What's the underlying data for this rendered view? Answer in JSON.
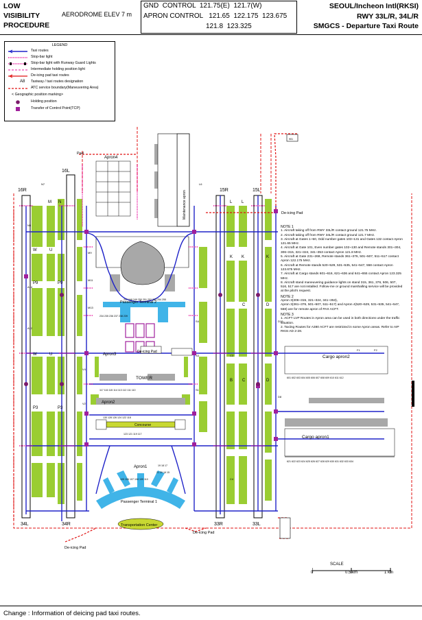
{
  "header": {
    "left_line1": "LOW",
    "left_line2": "VISIBILITY",
    "left_line3": "PROCEDURE",
    "elevation": "AERODROME ELEV 7 m",
    "freq_line1": "GND  CONTROL  121.75(E)  121.7(W)",
    "freq_line2": "APRON CONTROL   121.65  122.175  123.675",
    "freq_line3": "121.8  123.325",
    "right_line1": "SEOUL/Incheon Intl(RKSI)",
    "right_line2": "RWY 33L/R, 34L/R",
    "right_line3": "SMGCS - Departure Taxi Route"
  },
  "legend": {
    "title": "LEGEND",
    "items": [
      {
        "label": "Taxi routes",
        "symbol": "taxi-route"
      },
      {
        "label": "Stop-bar light",
        "symbol": "stop-bar"
      },
      {
        "label": "Stop-bar light with Runway Guard Lights",
        "symbol": "stop-bar-rgl"
      },
      {
        "label": "Intermediate holding position light",
        "symbol": "ihp-light"
      },
      {
        "label": "De-icing pad taxi routes",
        "symbol": "deicing-route"
      },
      {
        "label": "Taxiway / taxi routes designation",
        "symbol": "designation",
        "tag": "A8"
      },
      {
        "label": "ATC service boundary(Maneuvering Area)",
        "symbol": "atc-boundary"
      },
      {
        "label": "< Geographic position marking>",
        "symbol": "none"
      },
      {
        "label": "Holding position",
        "symbol": "holding"
      },
      {
        "label": "Transfer of Control Point(TCP)",
        "symbol": "tcp"
      }
    ]
  },
  "colors": {
    "grass": "#9ACD32",
    "taxi_route": "#1E22C8",
    "stop_bar": "#E8109C",
    "tcp": "#A0209C",
    "atc_boundary": "#E01010",
    "terminal": "#40B4E8",
    "grey_block": "#A8A8A8",
    "holding": "#7A1A6A"
  },
  "map": {
    "runways": {
      "r16R": "16R",
      "r16L": "16L",
      "r15R": "15R",
      "r15L": "15L",
      "r34L": "34L",
      "r34R": "34R",
      "r33R": "33R",
      "r33L": "33L"
    },
    "areas": {
      "apron4": "Apron4",
      "apron3": "Apron3",
      "apron2": "Apron2",
      "apron1": "Apron1",
      "cargo_apron2": "Cargo apron2",
      "cargo_apron1": "Cargo apron1",
      "maintenance_apron": "Maintenance apron",
      "terminal2": "Passenger Terminal 2",
      "terminal1": "Passenger Terminal 1",
      "transport_center": "Transportation Center",
      "tower": "TOWER",
      "concourse": "Concourse",
      "deicing_pad_ne": "De-icing Pad",
      "deicing_pad_nw": "Pad",
      "deicing_pad_mid": "De-icing Pad",
      "deicing_pad_sw": "De-icing Pad",
      "deicing_pad_se": "De-icing Pad"
    },
    "taxiway_letters": {
      "tw_w1": "W",
      "tw_u1": "U",
      "tw_p9": "P9",
      "tw_w2": "W",
      "tw_u2": "U",
      "tw_p9b": "P9",
      "tw_m1": "M",
      "tw_n1": "N",
      "tw_p3": "P3",
      "tw_p3b": "P3",
      "tw_l1": "L",
      "tw_l2": "L",
      "tw_k1": "K",
      "tw_k2": "K",
      "tw_k3": "K",
      "tw_d1": "D",
      "tw_d2": "D",
      "tw_c1": "C",
      "tw_c2": "C",
      "tw_b1": "B",
      "tw_m9": "M9",
      "tw_m11": "M11",
      "tw_m13": "M13",
      "tw_n5": "N5",
      "tw_n7": "N7",
      "tw_l6": "L6",
      "tw_d10": "D10",
      "tw_d8": "D8",
      "tw_s4": "S4",
      "tw_s3": "S3",
      "tw_s1": "S1",
      "tw_v2": "V2",
      "tw_v4": "V4",
      "tw_a12": "A12",
      "tw_a14": "A14",
      "tw_f1": "F1",
      "tw_f2": "F2",
      "tw_c3": "C3",
      "tw_c4": "C4"
    },
    "stands": {
      "t2_top": "247 248 249 250 251 252 253 254 255",
      "t2_left": "234 235 236 237 238 239",
      "t1_row": "105 106 107 108 109 110",
      "con_top": "130 128 126 124 122 118",
      "con_top2": "117 116 115 114 113 112 111 110",
      "con_bot": "123 121 119 117",
      "ap1_row": "19 18 17",
      "ap1_row2": "21 20 16 15",
      "cargo2_row": "601 602 603 604 605 606 607 608 609 610 611 612",
      "cargo1_row": "621 622 623 624 625 626 627 628 629 630 631 632 633 634",
      "pad_ne": "901"
    }
  },
  "notes": {
    "note1_title": "NOTE 1",
    "note1": [
      "1. Aircraft taking off from RWY 33L/R contact ground 121.75 MHz.",
      "2. Aircraft taking off from RWY 34L/R contact ground 121.7 MHz.",
      "3. Aircraft at Gates 1~50, Odd number gates 103~131 and Gates 132 contact Apron 121.65 MHz.",
      "4. Aircraft at Gate 101, Even number gates 102~130 and Remote stands 301~304, 306~315, 321~324, 341~353 contact Apron 121.8 MHz.",
      "5. Aircraft at Gate 231~268, Remote stands 361~376, 501~507, 511~517 contact Apron 122.175 MHz.",
      "6. Aircraft at Remote stands 520~529, 531~535, 541~547, 558 contact Apron 123.675 MHz.",
      "7. Aircraft at Cargo stands 601~616, 621~636 and 641~655 contact Apron 123.325 MHz.",
      "8. Aircraft stand maneuvering guidance lights on stand 315, 361, 376, 506, 507, 516, 517 are not installed. Follow-me or ground marshalling service will be provided at the pilot's request."
    ],
    "note2_title": "NOTE 2",
    "note2": [
      "Apron 3(306~315, 321~324, 341~353),",
      "Apron 3(361~376, 501~507, 511~517) and Apron 4(520~529, 531~535, 541~547, 558) are for remote apron of PAX ACFT."
    ],
    "note3_title": "NOTE 3",
    "note3": [
      "1. ACFT LVP Routes in Apron area can be used in both directions under the traffic situation.",
      "2. Taxiing Routes for A380 ACFT are restricted in some Apron areas. Refer to AIP RKSI AD 2-28."
    ]
  },
  "scale": {
    "title": "SCALE",
    "zero": "0",
    "half": "0.5 km",
    "one": "1 km"
  },
  "footer": {
    "change": "Change : Information of deicing pad taxi routes."
  }
}
